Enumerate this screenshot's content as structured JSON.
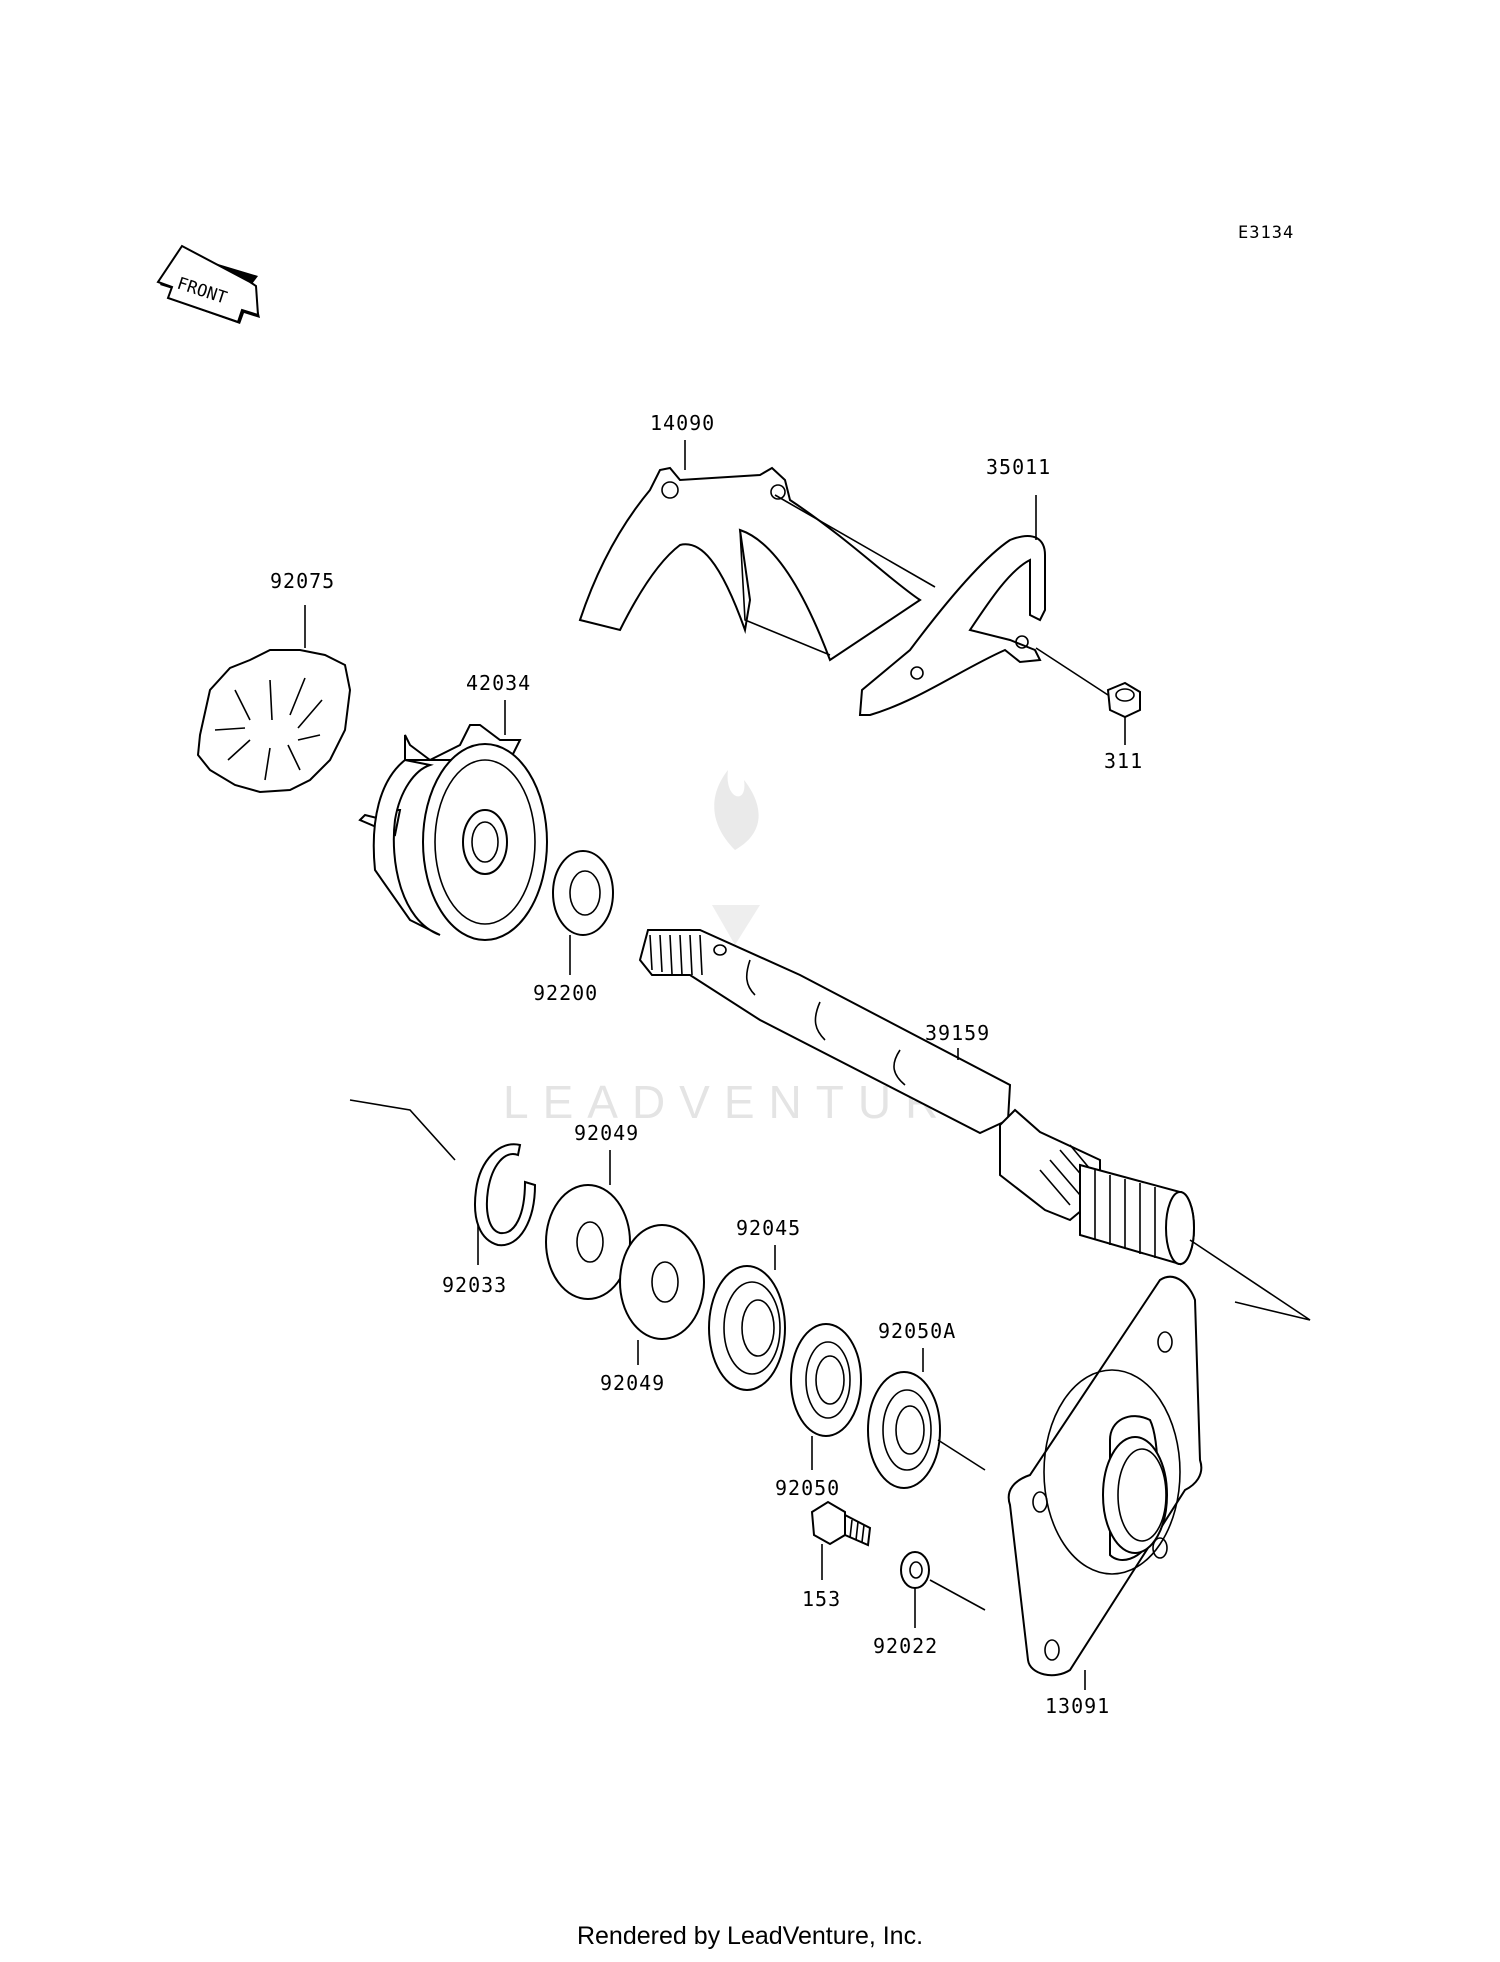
{
  "diagram": {
    "id": "E3134",
    "front_marker": "FRONT",
    "watermark": "LEADVENTURE",
    "footer": "Rendered by LeadVenture, Inc."
  },
  "parts": [
    {
      "id": "14090"
    },
    {
      "id": "35011"
    },
    {
      "id": "311"
    },
    {
      "id": "92075"
    },
    {
      "id": "42034"
    },
    {
      "id": "92200"
    },
    {
      "id": "39159"
    },
    {
      "id": "92049a",
      "label": "92049"
    },
    {
      "id": "92033"
    },
    {
      "id": "92049b",
      "label": "92049"
    },
    {
      "id": "92045"
    },
    {
      "id": "92050A"
    },
    {
      "id": "92050"
    },
    {
      "id": "153"
    },
    {
      "id": "92022"
    },
    {
      "id": "13091"
    }
  ],
  "labels": {
    "p14090": "14090",
    "p35011": "35011",
    "p311": "311",
    "p92075": "92075",
    "p42034": "42034",
    "p92200": "92200",
    "p39159": "39159",
    "p92049a": "92049",
    "p92033": "92033",
    "p92049b": "92049",
    "p92045": "92045",
    "p92050A": "92050A",
    "p92050": "92050",
    "p153": "153",
    "p92022": "92022",
    "p13091": "13091"
  }
}
